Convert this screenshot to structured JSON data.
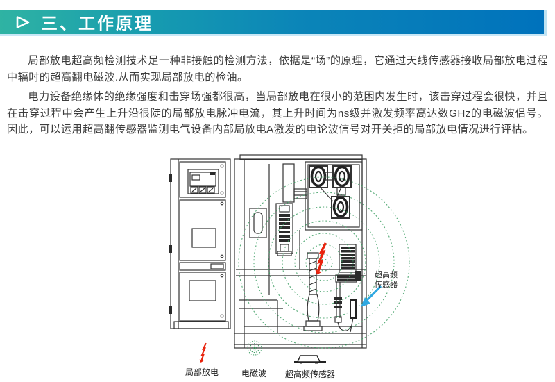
{
  "banner": {
    "title": "三、工作原理",
    "gradient_start": "#2fb3a3",
    "gradient_end": "#0072bc"
  },
  "paragraphs": [
    {
      "text": "局部放电超高频检测技术足一种非接触的检测方法，依据是“场”的原理，它通过天线传感器接收局部放电过程中辐时的超高翻电磁波.从而实现局部放电的检油。"
    },
    {
      "text": "电力设备绝缘体的绝缘强度和击穿场强都很高，当局部放电在很小的范困内发生时，该击穿过程会很快，并且在击穿过程中会产生上升沿很陡的局部放电脉冲电流，其上升时间为ns级并激发频率高达数GHz的电磁波侣号。因此，可以运用超高翻传感器监测电气设备内部局放电A激发的电论波信号对开关拒的局部放电情况进行评枯。"
    }
  ],
  "diagram": {
    "sensor_label": {
      "line1": "超高频",
      "line2": "传感器"
    },
    "legend": [
      {
        "icon": "partial-discharge-icon",
        "label": "局部放电"
      },
      {
        "icon": "em-wave-icon",
        "label": "电磁波"
      },
      {
        "icon": "uhf-sensor-icon",
        "label": "超高频传感器"
      }
    ],
    "colors": {
      "discharge_red": "#e8230d",
      "wave_green": "#3d9e63",
      "arrow_blue": "#2fa8e1",
      "line_dark": "#333333"
    }
  }
}
